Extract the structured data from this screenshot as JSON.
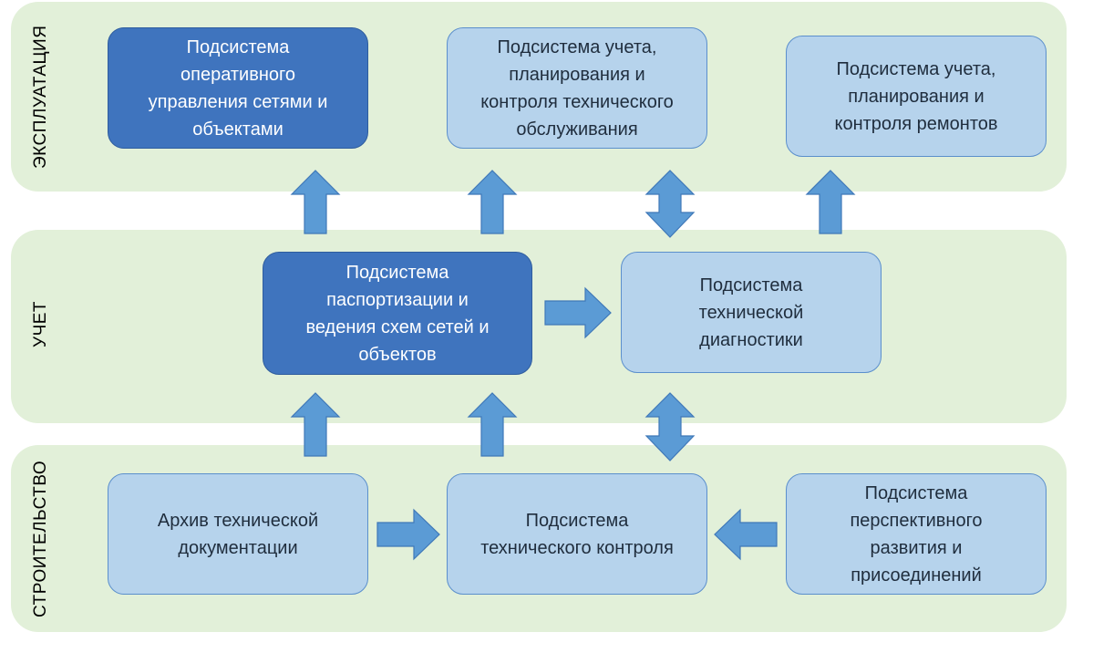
{
  "bands": {
    "exploitation": "ЭКСПЛУАТАЦИЯ",
    "accounting": "УЧЕТ",
    "construction": "СТРОИТЕЛЬСТВО"
  },
  "boxes": {
    "operational_management": "Подсистема\nоперативного\nуправления сетями и\nобъектами",
    "maintenance": "Подсистема учета,\nпланирования и\nконтроля технического\nобслуживания",
    "repairs": "Подсистема учета,\nпланирования и\nконтроля ремонтов",
    "passportization": "Подсистема\nпаспортизации и\nведения схем сетей и\nобъектов",
    "diagnostics": "Подсистема\nтехнической\nдиагностики",
    "archive": "Архив технической\nдокументации",
    "technical_control": "Подсистема\nтехнического контроля",
    "development": "Подсистема\nперспективного\nразвития и\nприсоединений"
  },
  "colors": {
    "band": "#e2f0d9",
    "box_dark": "#3f74be",
    "box_light": "#b6d3ec",
    "arrow": "#5b9bd5"
  }
}
